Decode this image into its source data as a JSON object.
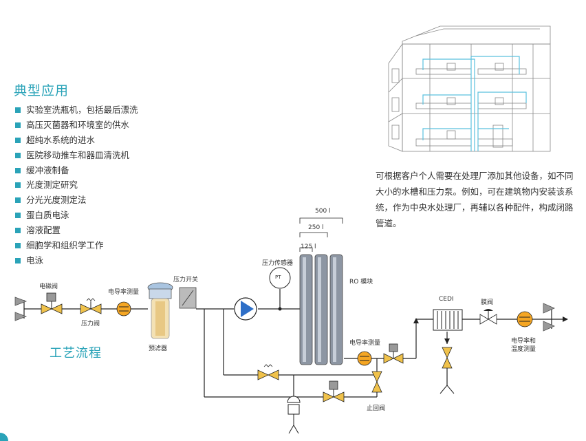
{
  "section_title": "典型应用",
  "applications": [
    "实验室洗瓶机，包括最后漂洗",
    "高压灭菌器和环境室的供水",
    "超纯水系统的进水",
    "医院移动推车和器皿清洗机",
    "缓冲液制备",
    "光度测定研究",
    "分光光度测定法",
    "蛋白质电泳",
    "溶液配置",
    "细胞学和组织学工作",
    "电泳"
  ],
  "description": "可根据客户个人需要在处理厂添加其他设备，如不同大小的水槽和压力泵。例如，可在建筑物内安装该系统，作为中央水处理厂，再辅以各种配件，构成闭路管道。",
  "process_title": "工艺流程",
  "labels": {
    "solenoid_valve": "电磁阀",
    "pressure_valve": "压力阀",
    "conductivity_1": "电导率测量",
    "pressure_switch": "压力开关",
    "prefilter": "预滤器",
    "pressure_sensor": "压力传感器",
    "pt": "PT",
    "ro_module": "RO 模块",
    "size_500": "500 l",
    "size_250": "250 l",
    "size_125": "125 l",
    "conductivity_2": "电导率测量",
    "check_valve": "止回阀",
    "cedi": "CEDI",
    "diaphragm_valve": "膜阀",
    "conductivity_temp": "电导率和\n温度测量"
  },
  "colors": {
    "accent": "#2aa3b8",
    "valve": "#f0c24b",
    "meter": "#f5a623",
    "pipe": "#222222",
    "building_pipe": "#5bc0de"
  },
  "icons": [
    "solenoid-valve-icon",
    "pressure-valve-icon",
    "conductivity-meter-icon",
    "pressure-switch-icon",
    "prefilter-icon",
    "pump-icon",
    "pressure-sensor-icon",
    "ro-module-icon",
    "cedi-icon",
    "diaphragm-valve-icon",
    "check-valve-icon",
    "building-icon"
  ]
}
